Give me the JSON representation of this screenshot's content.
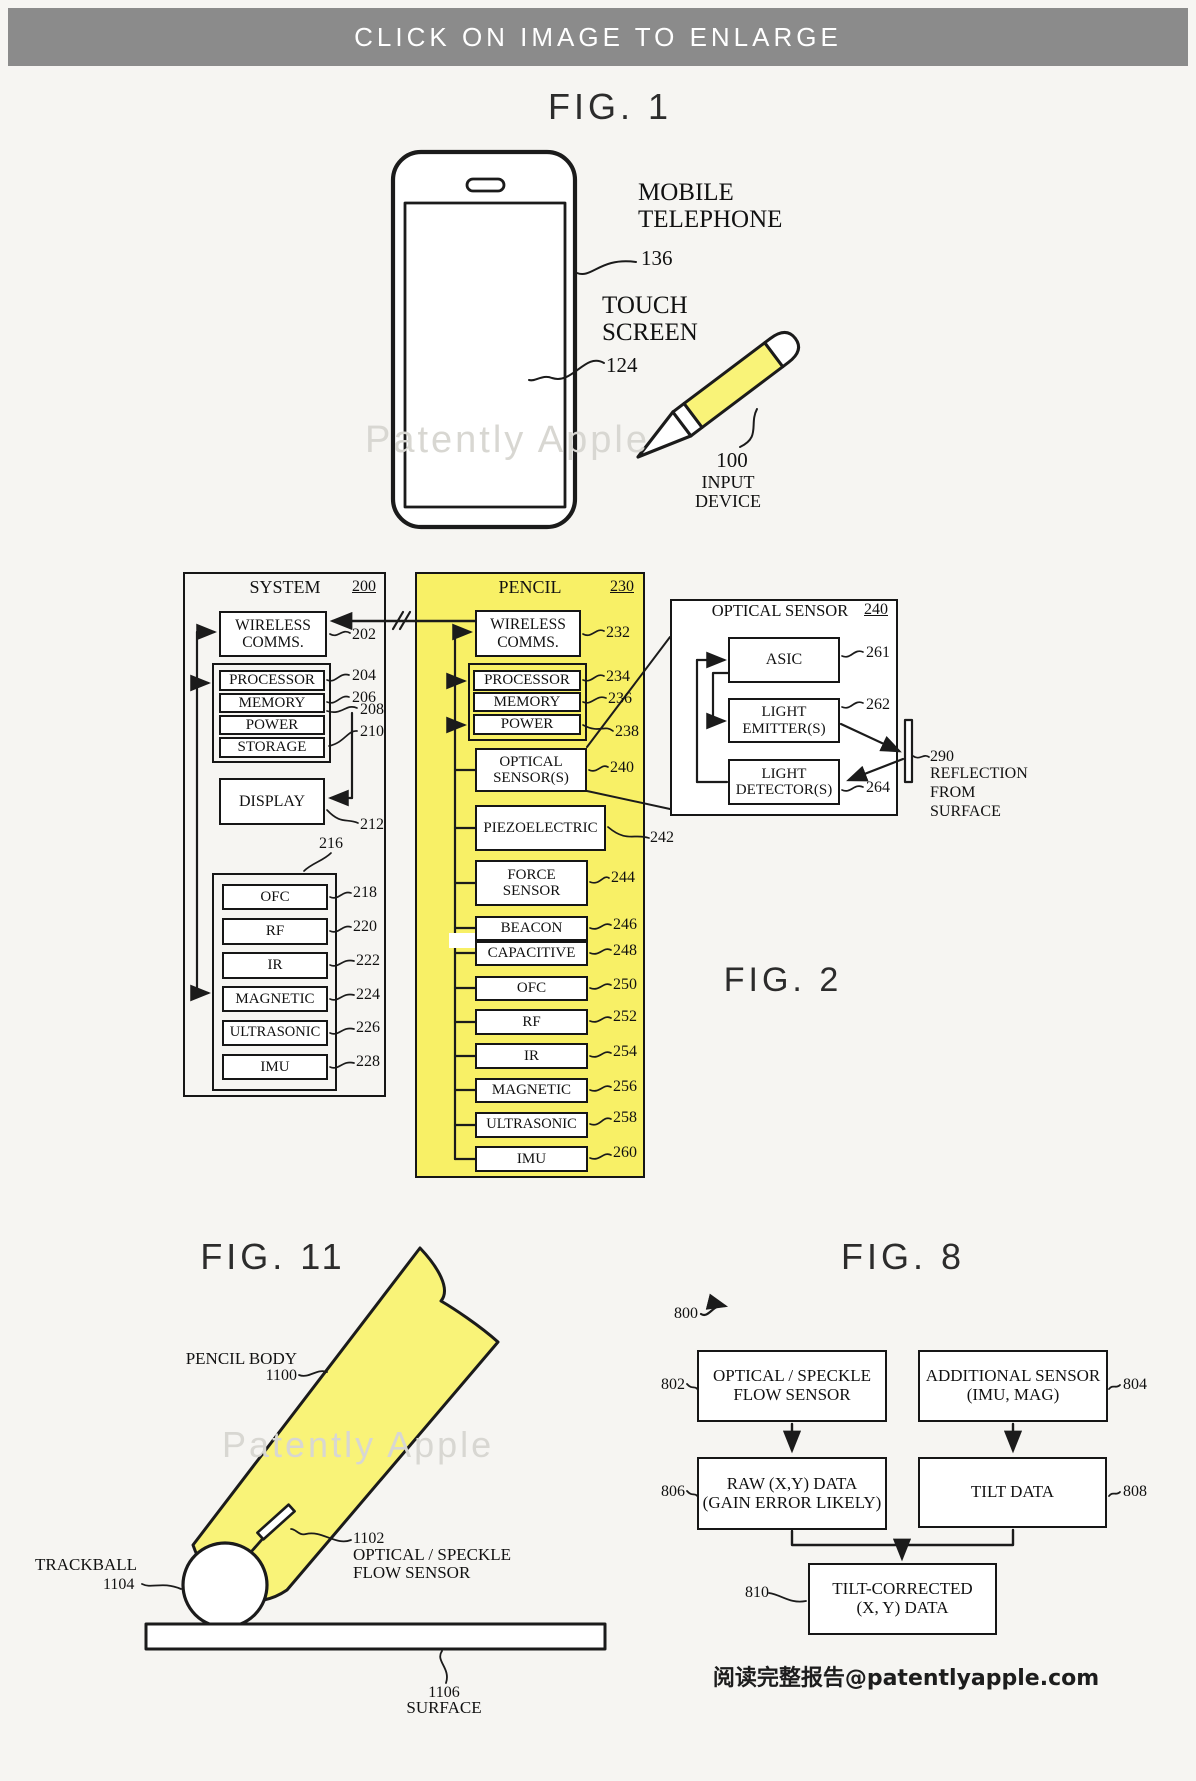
{
  "banner": {
    "text": "CLICK ON IMAGE TO ENLARGE"
  },
  "watermark": {
    "text": "Patently Apple"
  },
  "fig1": {
    "title": "FIG. 1",
    "mobile_label": "MOBILE\nTELEPHONE",
    "mobile_ref": "136",
    "touch_label": "TOUCH\nSCREEN",
    "touch_ref": "124",
    "input_ref": "100",
    "input_label": "INPUT\nDEVICE"
  },
  "fig2": {
    "title": "FIG. 2",
    "system": {
      "title": "SYSTEM",
      "ref": "200",
      "wireless": {
        "label": "WIRELESS\nCOMMS.",
        "ref": "202"
      },
      "core": [
        {
          "label": "PROCESSOR",
          "ref": "204"
        },
        {
          "label": "MEMORY",
          "ref": "206"
        },
        {
          "label": "POWER",
          "ref": "208"
        },
        {
          "label": "STORAGE",
          "ref": "210"
        }
      ],
      "display": {
        "label": "DISPLAY",
        "ref": "212"
      },
      "group_ref": "216",
      "sensors": [
        {
          "label": "OFC",
          "ref": "218"
        },
        {
          "label": "RF",
          "ref": "220"
        },
        {
          "label": "IR",
          "ref": "222"
        },
        {
          "label": "MAGNETIC",
          "ref": "224"
        },
        {
          "label": "ULTRASONIC",
          "ref": "226"
        },
        {
          "label": "IMU",
          "ref": "228"
        }
      ]
    },
    "pencil": {
      "title": "PENCIL",
      "ref": "230",
      "wireless": {
        "label": "WIRELESS\nCOMMS.",
        "ref": "232"
      },
      "core": [
        {
          "label": "PROCESSOR",
          "ref": "234"
        },
        {
          "label": "MEMORY",
          "ref": "236"
        },
        {
          "label": "POWER",
          "ref": "238"
        }
      ],
      "stack": [
        {
          "label": "OPTICAL\nSENSOR(S)",
          "ref": "240"
        },
        {
          "label": "PIEZOELECTRIC",
          "ref": "242"
        },
        {
          "label": "FORCE\nSENSOR",
          "ref": "244"
        },
        {
          "label": "BEACON",
          "ref": "246"
        },
        {
          "label": "CAPACITIVE",
          "ref": "248"
        },
        {
          "label": "OFC",
          "ref": "250"
        },
        {
          "label": "RF",
          "ref": "252"
        },
        {
          "label": "IR",
          "ref": "254"
        },
        {
          "label": "MAGNETIC",
          "ref": "256"
        },
        {
          "label": "ULTRASONIC",
          "ref": "258"
        },
        {
          "label": "IMU",
          "ref": "260"
        }
      ]
    },
    "optical": {
      "title": "OPTICAL SENSOR",
      "ref": "240",
      "blocks": [
        {
          "label": "ASIC",
          "ref": "261"
        },
        {
          "label": "LIGHT\nEMITTER(S)",
          "ref": "262"
        },
        {
          "label": "LIGHT\nDETECTOR(S)",
          "ref": "264"
        }
      ],
      "reflection_ref": "290",
      "reflection_label": "REFLECTION\nFROM\nSURFACE"
    }
  },
  "fig11": {
    "title": "FIG. 11",
    "body_label": "PENCIL BODY",
    "body_ref": "1100",
    "trackball_label": "TRACKBALL",
    "trackball_ref": "1104",
    "sensor_ref": "1102",
    "sensor_label": "OPTICAL / SPECKLE\nFLOW SENSOR",
    "surface_ref": "1106",
    "surface_label": "SURFACE"
  },
  "fig8": {
    "title": "FIG. 8",
    "ref": "800",
    "boxes": [
      {
        "label": "OPTICAL / SPECKLE\nFLOW SENSOR",
        "ref": "802"
      },
      {
        "label": "ADDITIONAL SENSOR\n(IMU, MAG)",
        "ref": "804"
      },
      {
        "label": "RAW (X,Y) DATA\n(GAIN ERROR LIKELY)",
        "ref": "806"
      },
      {
        "label": "TILT DATA",
        "ref": "808"
      },
      {
        "label": "TILT-CORRECTED\n(X, Y) DATA",
        "ref": "810"
      }
    ]
  },
  "footer": {
    "text": "阅读完整报告@patentlyapple.com"
  },
  "colors": {
    "banner_gray": "#8b8b8b",
    "pencil_column_yellow": "#f8f066",
    "pencil_body_yellow": "#f9f378",
    "line": "#1b1b1b",
    "watermark_gray": "#d8d7d2"
  }
}
